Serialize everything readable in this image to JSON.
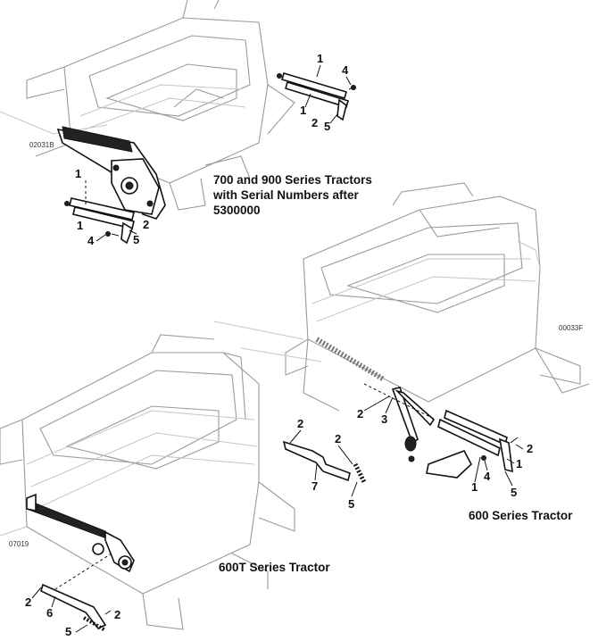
{
  "captions": {
    "top": {
      "line1": "700 and 900 Series Tractors",
      "line2": "with Serial Numbers  after",
      "line3": "5300000"
    },
    "right": "600 Series Tractor",
    "bottom": "600T Series Tractor"
  },
  "figure_codes": {
    "top": "02031B",
    "right": "00033F",
    "bottom": "07019"
  },
  "callouts": {
    "top_left": [
      "1",
      "1",
      "2",
      "4",
      "5"
    ],
    "top_right": [
      "1",
      "1",
      "2",
      "4",
      "5"
    ],
    "right": [
      "2",
      "3",
      "2",
      "1",
      "4",
      "1",
      "5"
    ],
    "bottom_center": [
      "2",
      "7",
      "2",
      "5"
    ],
    "bottom_left": [
      "2",
      "6",
      "2",
      "5"
    ]
  }
}
